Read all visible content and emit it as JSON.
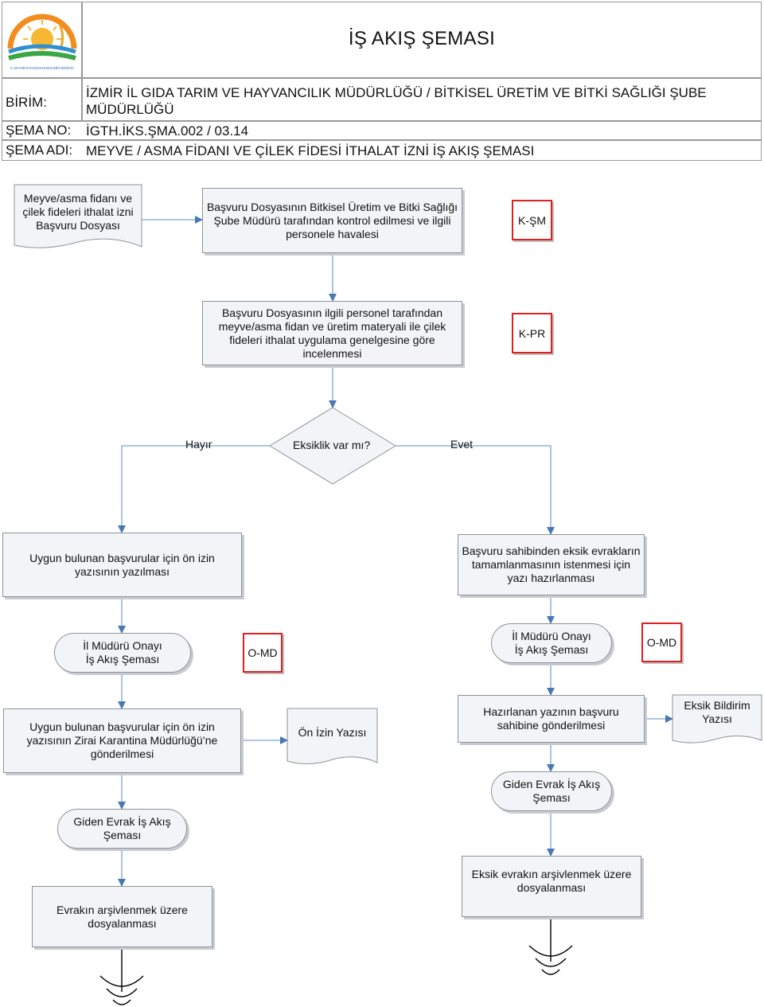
{
  "header": {
    "title": "İŞ AKIŞ ŞEMASI",
    "logo_text": "T.C. GIDA TARIM VE HAYVANCILIK BAKANLIĞI İZMİR İL MÜDÜRLÜĞÜ",
    "birim_label": "BİRİM:",
    "birim_value": "İZMİR İL GIDA TARIM VE HAYVANCILIK MÜDÜRLÜĞÜ  / BİTKİSEL ÜRETİM VE BİTKİ SAĞLIĞI ŞUBE MÜDÜRLÜĞÜ",
    "sema_no_label": "ŞEMA NO:",
    "sema_no_value": "İGTH.İKS.ŞMA.002 / 03.14",
    "sema_adi_label": "ŞEMA ADI:",
    "sema_adi_value": "MEYVE / ASMA FİDANI VE ÇİLEK FİDESİ İTHALAT İZNİ İŞ AKIŞ ŞEMASI"
  },
  "flow": {
    "start_doc": "Meyve/asma fidanı ve çilek fideleri ithalat izni Başvuru Dosyası",
    "step1": "Başvuru Dosyasının Bitkisel Üretim ve Bitki Sağlığı Şube Müdürü tarafından kontrol edilmesi ve ilgili personele havalesi",
    "tag1": "K-ŞM",
    "step2": "Başvuru Dosyasının ilgili personel tarafından meyve/asma fidan ve üretim materyali ile çilek fideleri ithalat uygulama genelgesine göre incelenmesi",
    "tag2": "K-PR",
    "decision": "Eksiklik var mı?",
    "no_label": "Hayır",
    "yes_label": "Evet",
    "left_step3": "Uygun bulunan başvurular için ön izin yazısının yazılması",
    "right_step3": "Başvuru sahibinden eksik evrakların tamamlanmasının  istenmesi için yazı hazırlanması",
    "left_approval": "İl Müdürü Onayı\nİş Akış Şeması",
    "left_tag": "O-MD",
    "right_approval": "İl Müdürü Onayı\nİş Akış Şeması",
    "right_tag": "O-MD",
    "left_step4": "Uygun bulunan başvurular için ön izin yazısının Zirai Karantina Müdürlüğü’ne gönderilmesi",
    "left_doc": "Ön İzin Yazısı",
    "right_step4": "Hazırlanan yazının başvuru sahibine gönderilmesi",
    "right_doc": "Eksik Bildirim Yazısı",
    "left_outgoing": "Giden Evrak İş Akış Şeması",
    "right_outgoing": "Giden Evrak İş Akış Şeması",
    "left_archive": "Evrakın arşivlenmek üzere dosyalanması",
    "right_archive": "Eksik evrakın arşivlenmek üzere dosyalanması"
  },
  "colors": {
    "box_fill": "#f2f4f7",
    "border": "#8e939a",
    "connector": "#7fa3c9",
    "arrow": "#4a78b5",
    "tag_border": "#e02020"
  }
}
